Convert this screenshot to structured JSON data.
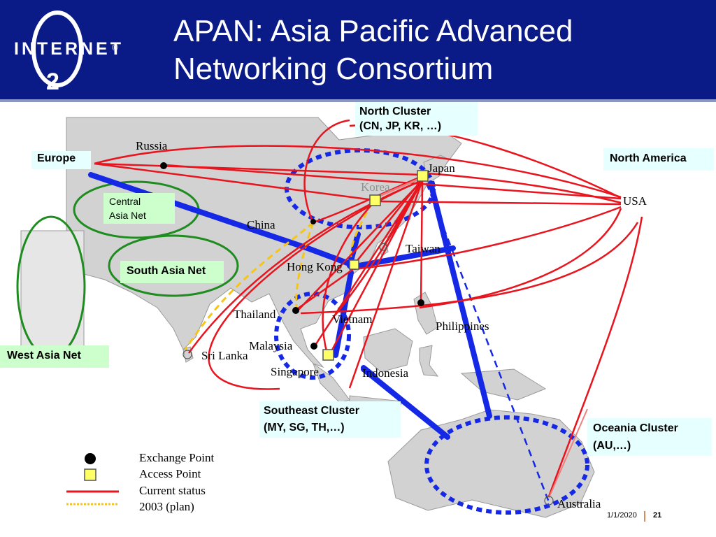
{
  "slide": {
    "title_line1": "APAN: Asia Pacific Advanced",
    "title_line2": "Networking Consortium",
    "logo_text": "INTERNET",
    "logo_numeral": "2",
    "logo_mark": "®",
    "date": "1/1/2020",
    "page": "21"
  },
  "callouts": {
    "north_cluster_line1": "North Cluster",
    "north_cluster_line2": "(CN, JP, KR, …)",
    "europe": "Europe",
    "north_america": "North America",
    "central_asia_line1": "Central",
    "central_asia_line2": "Asia Net",
    "south_asia": "South Asia Net",
    "west_asia": "West Asia Net",
    "southeast_cluster_line1": "Southeast Cluster",
    "southeast_cluster_line2": "(MY, SG, TH,…)",
    "oceania_cluster_line1": "Oceania Cluster",
    "oceania_cluster_line2": "(AU,…)"
  },
  "places": {
    "russia": "Russia",
    "japan": "Japan",
    "korea": "Korea",
    "usa": "USA",
    "china": "China",
    "taiwan": "Taiwan",
    "hong_kong": "Hong Kong",
    "thailand": "Thailand",
    "vietnam": "Vietnam",
    "philippines": "Philippines",
    "malaysia": "Malaysia",
    "sri_lanka": "Sri Lanka",
    "singapore": "Singapore",
    "indonesia": "Indonesia",
    "australia": "Australia"
  },
  "legend": {
    "exchange_point": "Exchange Point",
    "access_point": "Access Point",
    "current_status": "Current status",
    "plan_2003": "2003 (plan)"
  },
  "colors": {
    "header": "#0a1a86",
    "current_link": "#e8141e",
    "planned_link": "#f5c518",
    "backbone": "#1428e6",
    "cluster_ring": "#1428e6",
    "regional_ring": "#1e8c1e",
    "access_point": "#ffff66"
  }
}
